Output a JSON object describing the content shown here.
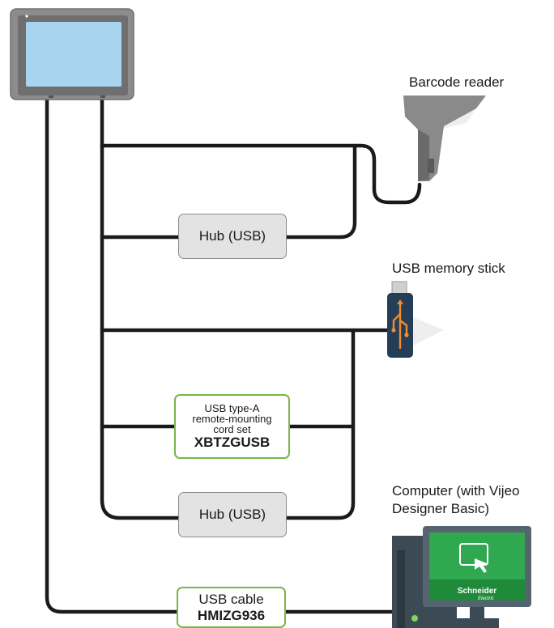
{
  "devices": {
    "barcode_reader": "Barcode reader",
    "usb_stick": "USB memory stick",
    "computer_line1": "Computer (with Vijeo",
    "computer_line2": "Designer Basic)",
    "brand": "Schneider",
    "brand_sub": "Electric"
  },
  "hubs": {
    "top": "Hub (USB)",
    "bottom": "Hub (USB)"
  },
  "cord_set": {
    "line1": "USB type-A",
    "line2": "remote-mounting",
    "line3": "cord set",
    "code": "XBTZGUSB"
  },
  "usb_cable": {
    "label": "USB cable",
    "code": "HMIZG936"
  },
  "colors": {
    "cable": "#1a1a1a",
    "hub_fill": "#e3e3e3",
    "accent_green": "#7ab648",
    "hmi_screen": "#a9d4ef",
    "computer_screen": "#2fa84f"
  }
}
